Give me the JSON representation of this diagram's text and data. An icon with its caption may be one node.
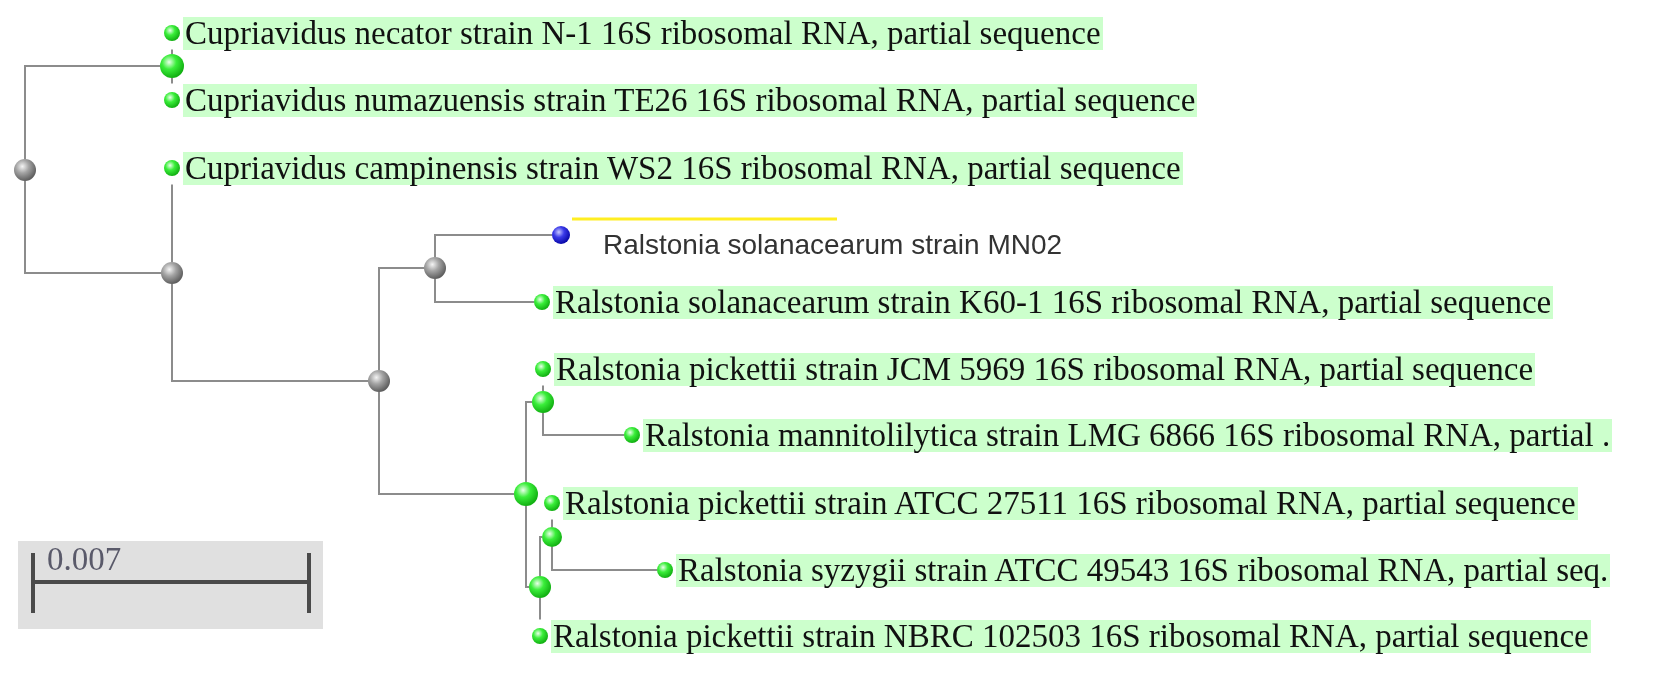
{
  "diagram": {
    "nodes": [
      {
        "text": [
          "Cupriavidus necator strain N-1 16S ribosomal RNA, partial sequence"
        ]
      },
      {
        "text": [],
        "shape": "circle"
      },
      {
        "text": [
          "Cupriavidus numazuensis strain TE26 16S ribosomal RNA, partial sequence"
        ]
      },
      {
        "text": [],
        "shape": "circle"
      },
      {
        "text": [
          "Cupriavidus campinensis strain WS2 16S ribosomal RNA, partial sequence"
        ]
      },
      {
        "text": [
          "Ralstonia solanacearum strain MN02"
        ]
      },
      {
        "text": [],
        "shape": "circle"
      },
      {
        "text": [],
        "shape": "circle"
      },
      {
        "text": [
          "Ralstonia solanacearum strain K60-1 16S ribosomal RNA, partial sequence"
        ]
      },
      {
        "text": [
          "Ralstonia pickettii strain JCM 5969 16S ribosomal RNA, partial sequence"
        ]
      },
      {
        "text": [],
        "shape": "circle"
      },
      {
        "text": [],
        "shape": "circle"
      },
      {
        "text": [
          "Ralstonia mannitolilytica strain LMG 6866 16S ribosomal RNA, partial ."
        ]
      },
      {
        "text": [],
        "shape": "circle"
      },
      {
        "text": [
          "Ralstonia pickettii strain ATCC 27511 16S ribosomal RNA, partial sequence"
        ]
      },
      {
        "text": [],
        "shape": "circle"
      },
      {
        "text": [
          "Ralstonia syzygii strain ATCC 49543 16S ribosomal RNA, partial seq."
        ]
      },
      {
        "text": [],
        "shape": "circle"
      },
      {
        "text": [
          "Ralstonia pickettii strain NBRC 102503 16S ribosomal RNA, partial sequence"
        ]
      }
    ],
    "edges": [
      {
        "from": 3,
        "to": 1,
        "arrow": "none"
      },
      {
        "from": 1,
        "to": 0,
        "arrow": "none"
      },
      {
        "from": 1,
        "to": 2,
        "arrow": "none"
      },
      {
        "from": 3,
        "to": 7,
        "arrow": "none"
      },
      {
        "from": 7,
        "to": 4,
        "arrow": "none"
      },
      {
        "from": 7,
        "to": 10,
        "arrow": "none"
      },
      {
        "from": 10,
        "to": 6,
        "arrow": "none"
      },
      {
        "from": 6,
        "to": 5,
        "arrow": "none"
      },
      {
        "from": 6,
        "to": 8,
        "arrow": "none"
      },
      {
        "from": 10,
        "to": 13,
        "arrow": "none"
      },
      {
        "from": 13,
        "to": 11,
        "arrow": "none"
      },
      {
        "from": 11,
        "to": 9,
        "arrow": "none"
      },
      {
        "from": 11,
        "to": 12,
        "arrow": "none"
      },
      {
        "from": 13,
        "to": 17,
        "arrow": "none"
      },
      {
        "from": 17,
        "to": 15,
        "arrow": "none"
      },
      {
        "from": 15,
        "to": 14,
        "arrow": "none"
      },
      {
        "from": 15,
        "to": 16,
        "arrow": "none"
      },
      {
        "from": 17,
        "to": 18,
        "arrow": "none"
      }
    ],
    "labels": [
      "0.007"
    ]
  }
}
